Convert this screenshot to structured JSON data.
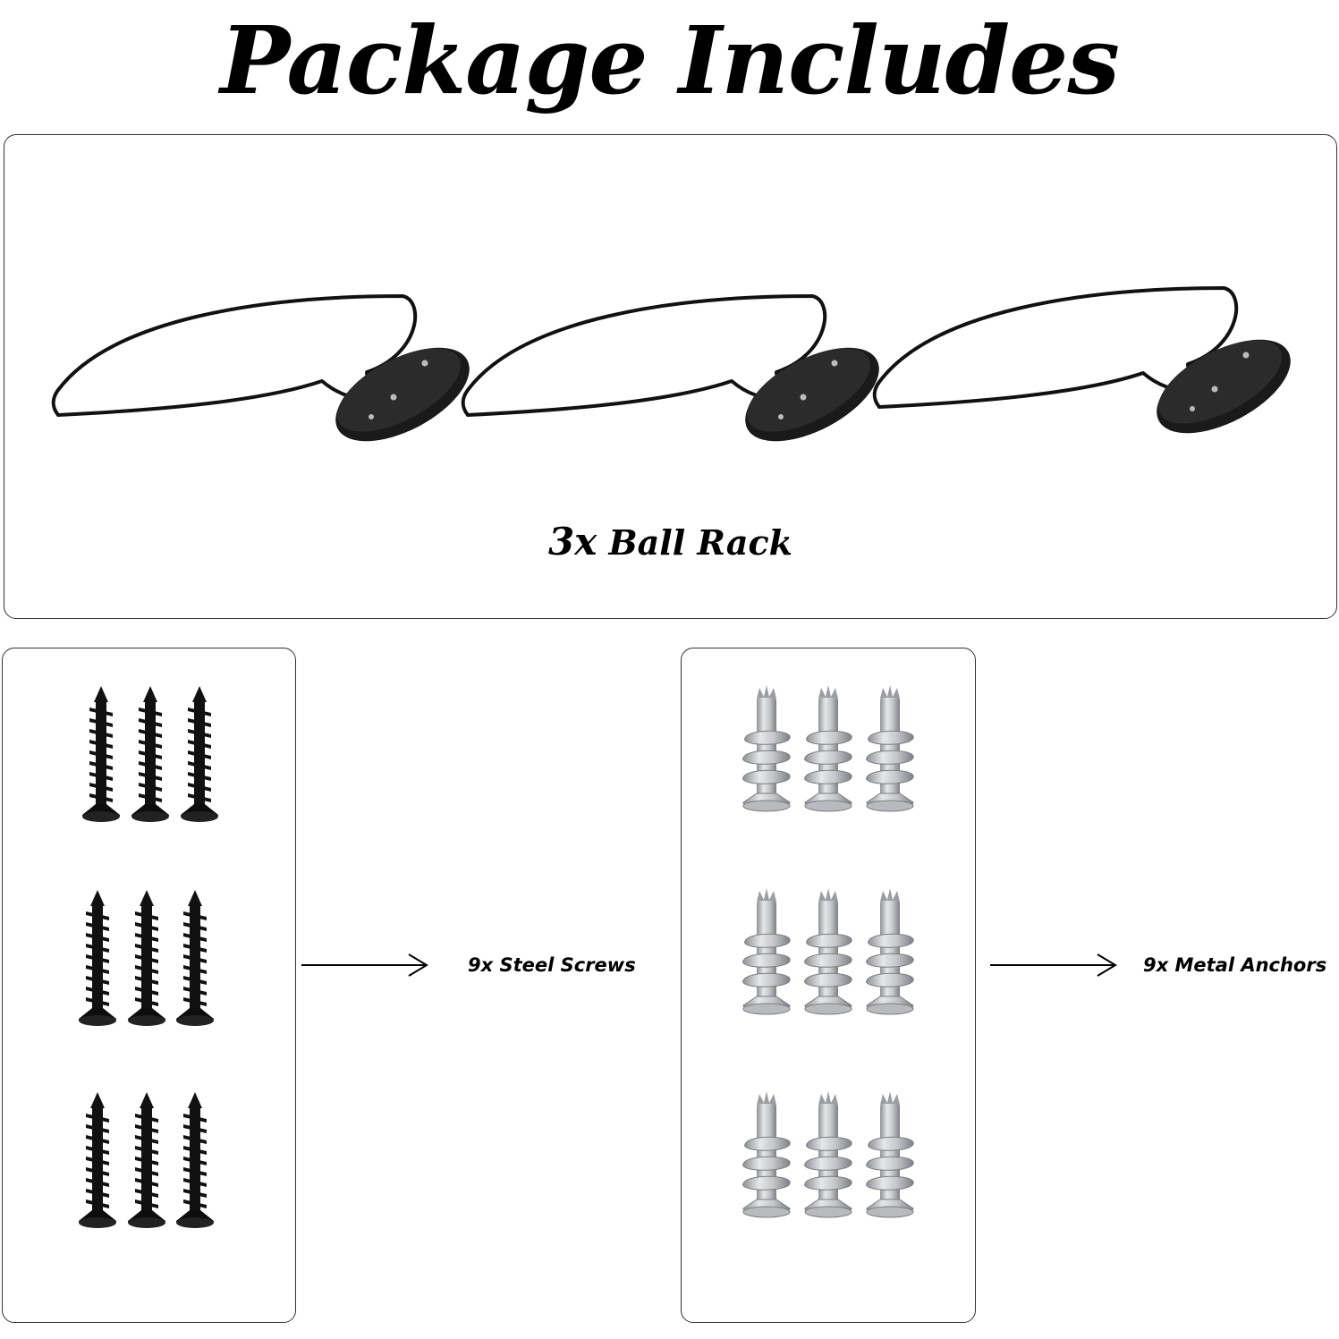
{
  "title": "Package Includes",
  "rack": {
    "quantity": "3x",
    "name": "Ball Rack",
    "count": 3,
    "icon": "ball-rack-icon"
  },
  "screws": {
    "label": "9x Steel Screws",
    "count": 9,
    "icon": "screw-icon",
    "color": "#111111"
  },
  "anchors": {
    "label": "9x Metal Anchors",
    "count": 9,
    "icon": "wall-anchor-icon",
    "color": "#c9cbce"
  }
}
